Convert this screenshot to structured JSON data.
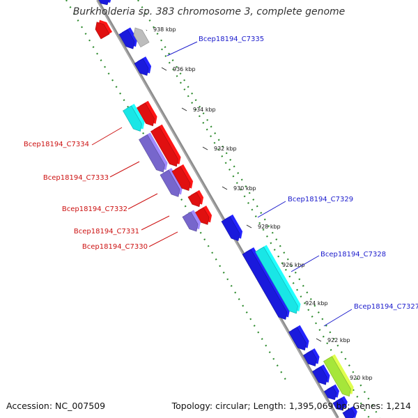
{
  "title": "Burkholderia sp. 383 chromosome 3, complete genome",
  "accession": "Accession: NC_007509",
  "summary": "Topology: circular; Length: 1,395,069 bp; Genes: 1,214",
  "tick_labels": [
    "938 kbp",
    "936 kbp",
    "934 kbp",
    "932 kbp",
    "930 kbp",
    "928 kbp",
    "926 kbp",
    "924 kbp",
    "922 kbp",
    "920 kbp"
  ],
  "gene_labels_right": [
    "Bcep18194_C7335",
    "Bcep18194_C7329",
    "Bcep18194_C7328",
    "Bcep18194_C7327"
  ],
  "gene_labels_left": [
    "Bcep18194_C7334",
    "Bcep18194_C7333",
    "Bcep18194_C7332",
    "Bcep18194_C7331",
    "Bcep18194_C7330"
  ],
  "colors": {
    "backbone": "#8c8c8c",
    "dots": "#2e8b2e",
    "forward_blue": "#1a1adc",
    "reverse_red": "#e01010",
    "cyan": "#19e6e6",
    "purple": "#7766cc",
    "gray": "#bdbdbd",
    "lime": "#a6e63a",
    "label_blue": "#1a1acc",
    "label_red": "#cc1010"
  }
}
